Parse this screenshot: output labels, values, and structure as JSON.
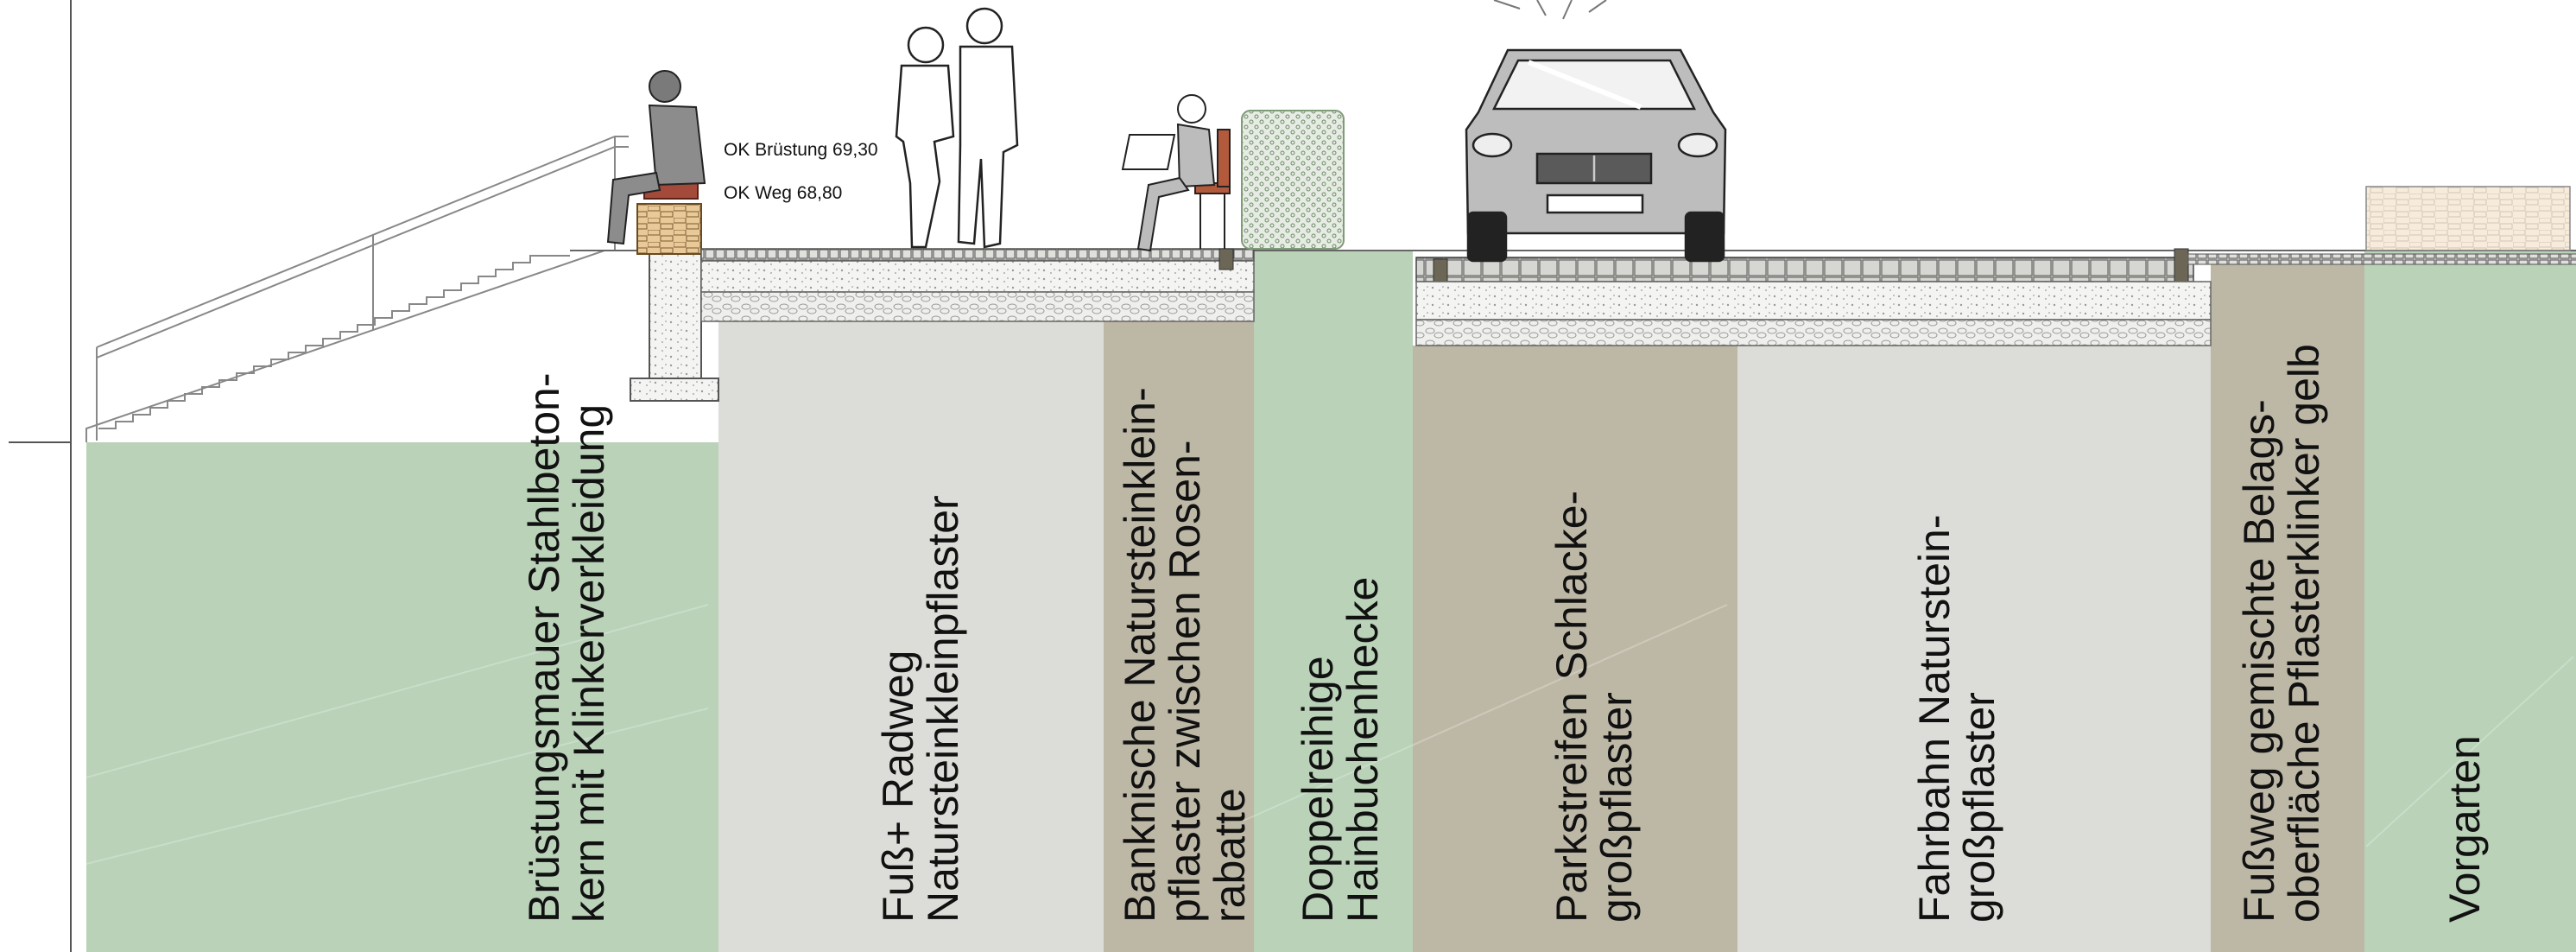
{
  "levels": {
    "ok_bruestung": "OK Brüstung 69,30",
    "ok_weg": "OK Weg  68,80"
  },
  "zones": [
    {
      "id": "bruestungsmauer",
      "lines": [
        "Brüstungsmauer Stahlbeton-",
        "kern mit Klinkerverkleidung"
      ],
      "color": "#b9d2b8"
    },
    {
      "id": "fuss-radweg",
      "lines": [
        "Fuß+ Radweg",
        "Natursteinkleinpflaster"
      ],
      "color": "#dcdcd8"
    },
    {
      "id": "banknische",
      "lines": [
        "Banknische Natursteinklein-",
        "pflaster zwischen Rosen-",
        "rabatte"
      ],
      "color": "#bdb8a6"
    },
    {
      "id": "hecke",
      "lines": [
        "Doppelreihige",
        "Hainbuchenhecke"
      ],
      "color": "#b9d2b8"
    },
    {
      "id": "parkstreifen",
      "lines": [
        "Parkstreifen Schlacke-",
        "großpflaster"
      ],
      "color": "#bdb8a6"
    },
    {
      "id": "fahrbahn",
      "lines": [
        "Fahrbahn Naturstein-",
        "großpflaster"
      ],
      "color": "#dcdcd8"
    },
    {
      "id": "fussweg",
      "lines": [
        "Fußweg gemischte Belags-",
        "oberfläche Pflasterklinker gelb"
      ],
      "color": "#bdb8a6"
    },
    {
      "id": "vorgarten",
      "lines": [
        "Vorgarten"
      ],
      "color": "#b9d2b8"
    }
  ]
}
